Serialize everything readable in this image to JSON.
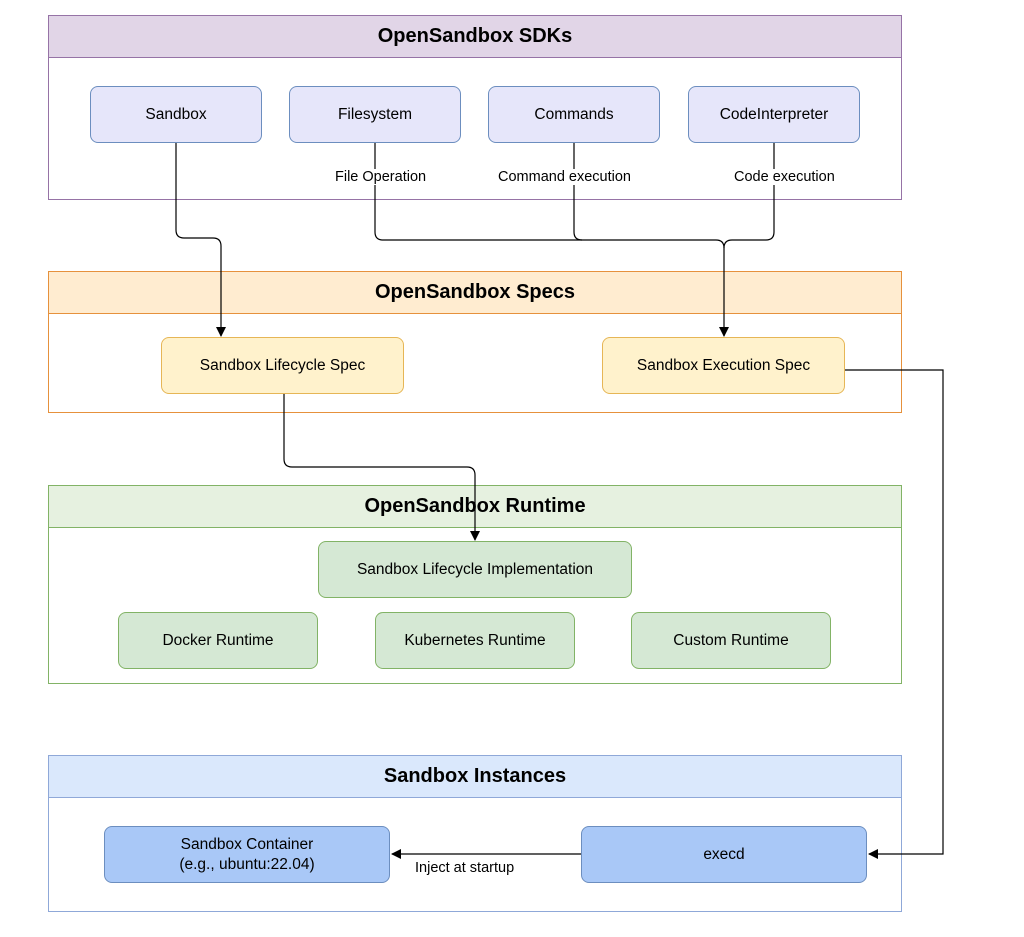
{
  "groups": {
    "sdks": "OpenSandbox SDKs",
    "specs": "OpenSandbox Specs",
    "runtime": "OpenSandbox Runtime",
    "instances": "Sandbox Instances"
  },
  "nodes": {
    "sandbox": "Sandbox",
    "filesystem": "Filesystem",
    "commands": "Commands",
    "code_interpreter": "CodeInterpreter",
    "lifecycle_spec": "Sandbox Lifecycle Spec",
    "execution_spec": "Sandbox Execution Spec",
    "lifecycle_impl": "Sandbox Lifecycle Implementation",
    "docker_runtime": "Docker Runtime",
    "kubernetes_runtime": "Kubernetes Runtime",
    "custom_runtime": "Custom Runtime",
    "sandbox_container": "Sandbox Container\n(e.g., ubuntu:22.04)",
    "execd": "execd"
  },
  "edge_labels": {
    "file_operation": "File Operation",
    "command_execution": "Command execution",
    "code_execution": "Code execution",
    "inject_at_startup": "Inject at startup"
  },
  "colors": {
    "sdk_fill": "#e1d5e7",
    "sdk_stroke": "#9673a6",
    "sdk_node_fill": "#e6e6fa",
    "sdk_node_stroke": "#6c8ebf",
    "spec_fill": "#ffe6cc",
    "spec_stroke": "#e6913c",
    "spec_node_fill": "#fff2cc",
    "spec_node_stroke": "#d6b656",
    "runtime_fill": "#e6f1e0",
    "runtime_stroke": "#82b366",
    "runtime_node_fill": "#d5e8d4",
    "runtime_node_stroke": "#82b366",
    "inst_fill": "#dae8fc",
    "inst_stroke": "#8fa8d8",
    "inst_node_fill": "#a9c8f7",
    "inst_node_stroke": "#6c8ebf"
  }
}
